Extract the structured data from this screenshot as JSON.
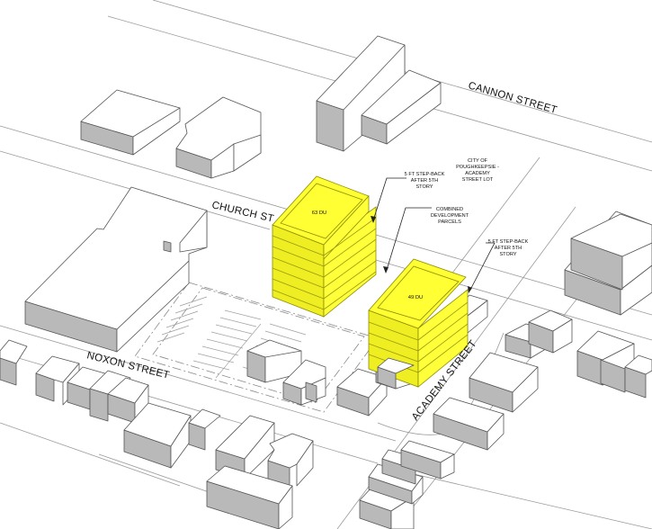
{
  "diagram": {
    "type": "isometric massing site plan",
    "streets": [
      {
        "id": "cannon",
        "label": "CANNON STREET"
      },
      {
        "id": "church",
        "label": "CHURCH ST"
      },
      {
        "id": "noxon",
        "label": "NOXON STREET"
      },
      {
        "id": "academy",
        "label": "ACADEMY STREET"
      }
    ],
    "proposed_buildings": [
      {
        "id": "north",
        "label": "63 DU",
        "stories": 8,
        "color": "#ffff33"
      },
      {
        "id": "south",
        "label": "49 DU",
        "stories": 6,
        "color": "#ffff33"
      }
    ],
    "annotations": [
      {
        "id": "stepback-north",
        "lines": [
          "5 FT STEP-BACK",
          "AFTER 5TH",
          "STORY"
        ]
      },
      {
        "id": "city-lot",
        "lines": [
          "CITY OF",
          "POUGHKEEPSIE -",
          "ACADEMY",
          "STREET LOT"
        ]
      },
      {
        "id": "combined",
        "lines": [
          "COMBINED",
          "DEVELOPMENT",
          "PARCELS"
        ]
      },
      {
        "id": "stepback-south",
        "lines": [
          "5 FT STEP-BACK",
          "AFTER 5TH",
          "STORY"
        ]
      }
    ],
    "colors": {
      "proposed": "#ffff33",
      "existing_shade": "#b9b9b9",
      "existing_roof": "#ffffff"
    }
  }
}
